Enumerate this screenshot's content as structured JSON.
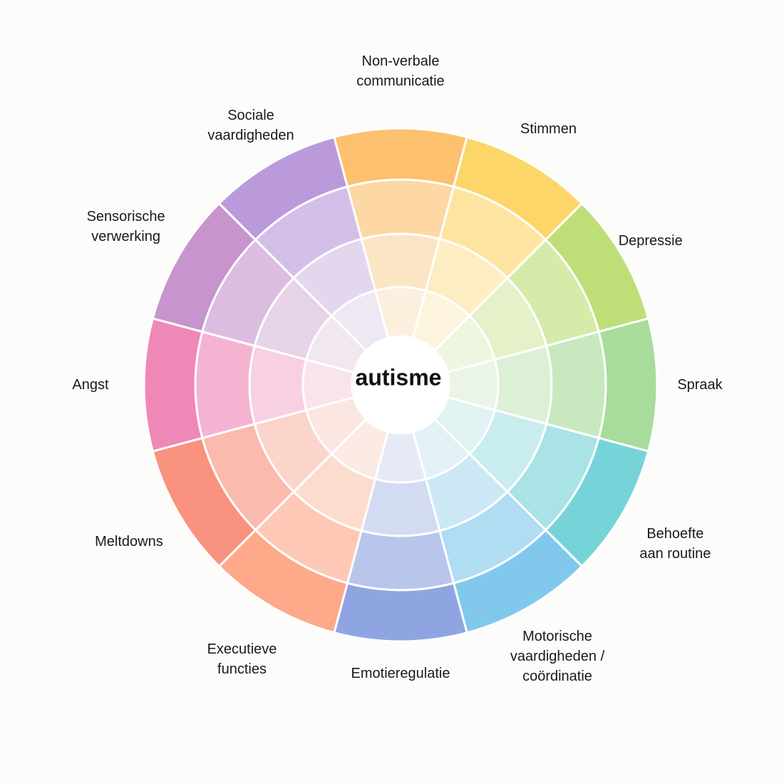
{
  "center_label": "autisme",
  "segments": [
    {
      "lines": [
        "Non-verbale",
        "communicatie"
      ],
      "color": "#fdc06e"
    },
    {
      "lines": [
        "Stimmen"
      ],
      "color": "#fdd669"
    },
    {
      "lines": [
        "Depressie"
      ],
      "color": "#bedf78"
    },
    {
      "lines": [
        "Spraak"
      ],
      "color": "#a8dc9a"
    },
    {
      "lines": [
        "Behoefte",
        "aan routine"
      ],
      "color": "#76d4d9"
    },
    {
      "lines": [
        "Motorische",
        "vaardigheden /",
        "coördinatie"
      ],
      "color": "#81c9ec"
    },
    {
      "lines": [
        "Emotieregulatie"
      ],
      "color": "#8fa5e2"
    },
    {
      "lines": [
        "Executieve",
        "functies"
      ],
      "color": "#fda98a"
    },
    {
      "lines": [
        "Meltdowns"
      ],
      "color": "#f9927e"
    },
    {
      "lines": [
        "Angst"
      ],
      "color": "#ef88b7"
    },
    {
      "lines": [
        "Sensorische",
        "verwerking"
      ],
      "color": "#c894ce"
    },
    {
      "lines": [
        "Sociale",
        "vaardigheden"
      ],
      "color": "#bb9adb"
    }
  ]
}
